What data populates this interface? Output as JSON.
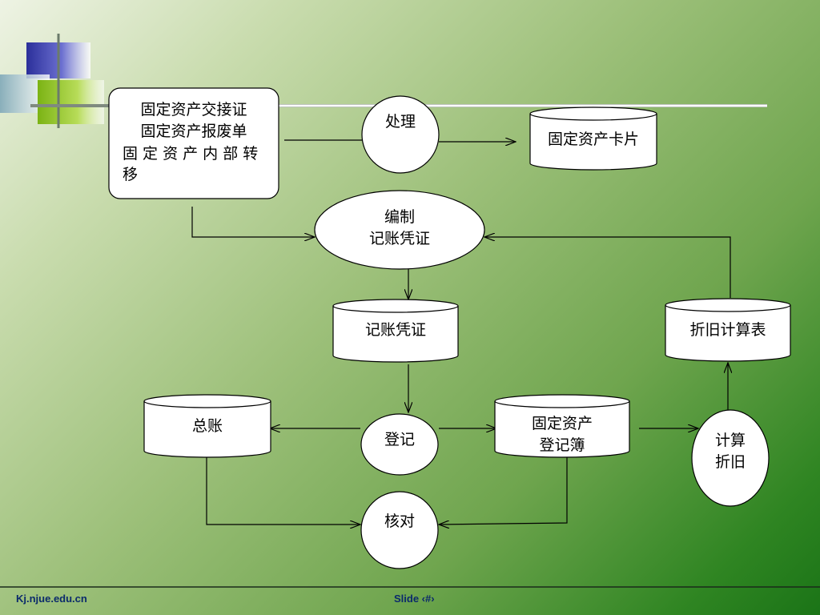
{
  "nodes": {
    "source_docs": {
      "lines": [
        "固定资产交接证",
        "固定资产报废单",
        "固 定 资 产 内 部 转",
        "移"
      ]
    },
    "process": {
      "label": "处理"
    },
    "asset_card": {
      "label": "固定资产卡片"
    },
    "compile_voucher": {
      "lines": [
        "编制",
        "记账凭证"
      ]
    },
    "voucher": {
      "label": "记账凭证"
    },
    "depreciation_table": {
      "label": "折旧计算表"
    },
    "general_ledger": {
      "label": "总账"
    },
    "register": {
      "label": "登记"
    },
    "asset_register_book": {
      "lines": [
        "固定资产",
        "登记簿"
      ]
    },
    "calc_depreciation": {
      "lines": [
        "计算",
        "折旧"
      ]
    },
    "reconcile": {
      "label": "核对"
    }
  },
  "footer": {
    "left": "Kj.njue.edu.cn",
    "center": "Slide ‹#›"
  },
  "colors": {
    "footer_text": "#0b2a6b",
    "deco_blue": "#2b2f9a",
    "deco_green": "#8cc21d"
  }
}
